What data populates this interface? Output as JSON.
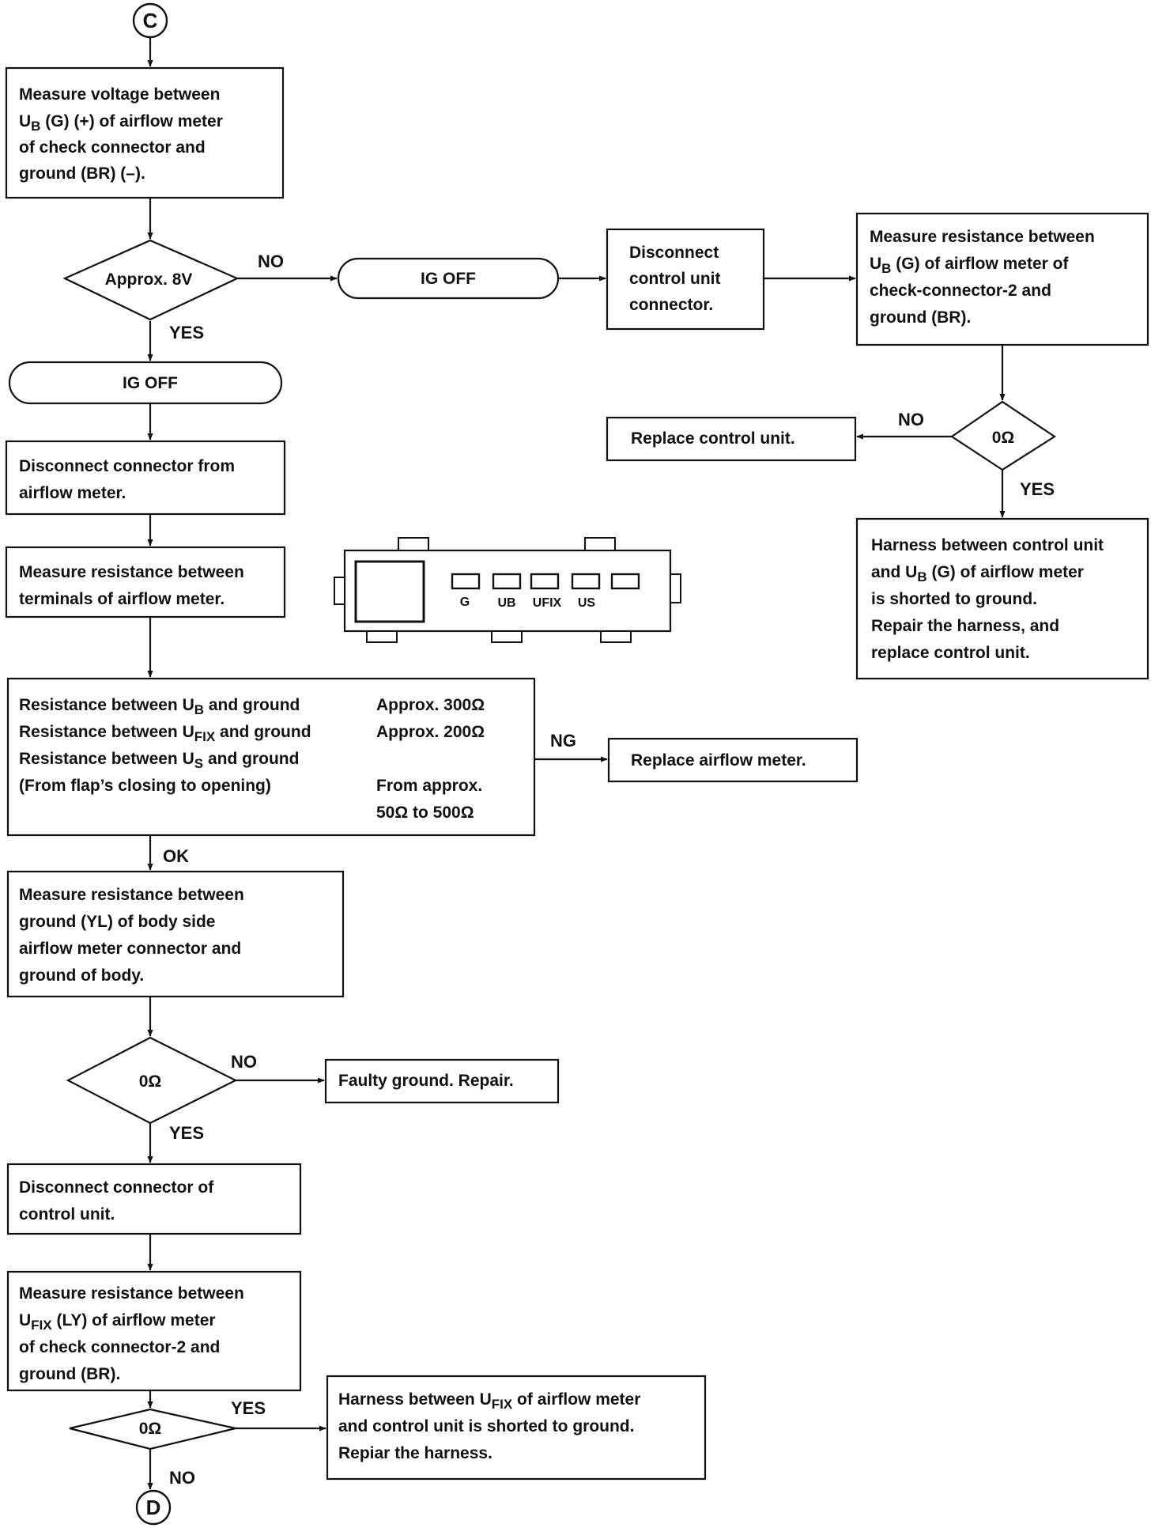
{
  "start": {
    "label": "C"
  },
  "end": {
    "label": "D"
  },
  "b1": {
    "l1": "Measure voltage between",
    "l2a": "U",
    "l2b": "B",
    "l2c": " (G) (+) of airflow meter",
    "l3": "of check connector and",
    "l4": "ground (BR) (–)."
  },
  "d1": {
    "label": "Approx. 8V",
    "no": "NO",
    "yes": "YES"
  },
  "igoff1": {
    "label": "IG OFF"
  },
  "igoff2": {
    "label": "IG OFF"
  },
  "b_disc_cu": {
    "l1": "Disconnect",
    "l2": "control unit",
    "l3": "connector."
  },
  "b_meas_ub": {
    "l1": "Measure resistance between",
    "l2a": "U",
    "l2b": "B",
    "l2c": " (G) of airflow meter of",
    "l3": "check-connector-2 and",
    "l4": "ground (BR)."
  },
  "d_r": {
    "label": "0Ω",
    "no": "NO",
    "yes": "YES"
  },
  "b_replace_cu": {
    "l1": "Replace control unit."
  },
  "b_harness1": {
    "l1": "Harness between control unit",
    "l2a": "and U",
    "l2b": "B",
    "l2c": " (G) of airflow meter",
    "l3": "is shorted to ground.",
    "l4": "Repair the harness, and",
    "l5": "replace control unit."
  },
  "b_disc_af": {
    "l1": "Disconnect connector from",
    "l2": "airflow meter."
  },
  "b_meas_term": {
    "l1": "Measure resistance between",
    "l2": "terminals of airflow meter."
  },
  "connector": {
    "t1": "G",
    "t2": "UB",
    "t3": "UFIX",
    "t4": "US"
  },
  "b_res": {
    "r1a": "Resistance between U",
    "r1b": "B",
    "r1c": " and ground",
    "r2a": "Resistance between U",
    "r2b": "FIX",
    "r2c": " and ground",
    "r3a": "Resistance between U",
    "r3b": "S",
    "r3c": " and ground",
    "r4": "(From flap’s closing to opening)",
    "v1": "Approx. 300Ω",
    "v2": "Approx. 200Ω",
    "v3": "From approx.",
    "v4": "50Ω to 500Ω",
    "ng": "NG",
    "ok": "OK"
  },
  "b_replace_af": {
    "l1": "Replace airflow meter."
  },
  "b_meas_gnd": {
    "l1": "Measure resistance between",
    "l2": "ground (YL) of body side",
    "l3": "airflow meter connector and",
    "l4": "ground of body."
  },
  "d2": {
    "label": "0Ω",
    "no": "NO",
    "yes": "YES"
  },
  "b_faulty": {
    "l1": "Faulty ground. Repair."
  },
  "b_disc_cu2": {
    "l1": "Disconnect connector of",
    "l2": "control unit."
  },
  "b_meas_ufix": {
    "l1": "Measure resistance between",
    "l2a": "U",
    "l2b": "FIX",
    "l2c": " (LY) of airflow meter",
    "l3": "of check connector-2 and",
    "l4": "ground (BR)."
  },
  "d3": {
    "label": "0Ω",
    "no": "NO",
    "yes": "YES"
  },
  "b_harness2": {
    "l1a": "Harness between U",
    "l1b": "FIX",
    "l1c": " of airflow meter",
    "l2": "and control unit is shorted to ground.",
    "l3": "Repiar the harness."
  }
}
